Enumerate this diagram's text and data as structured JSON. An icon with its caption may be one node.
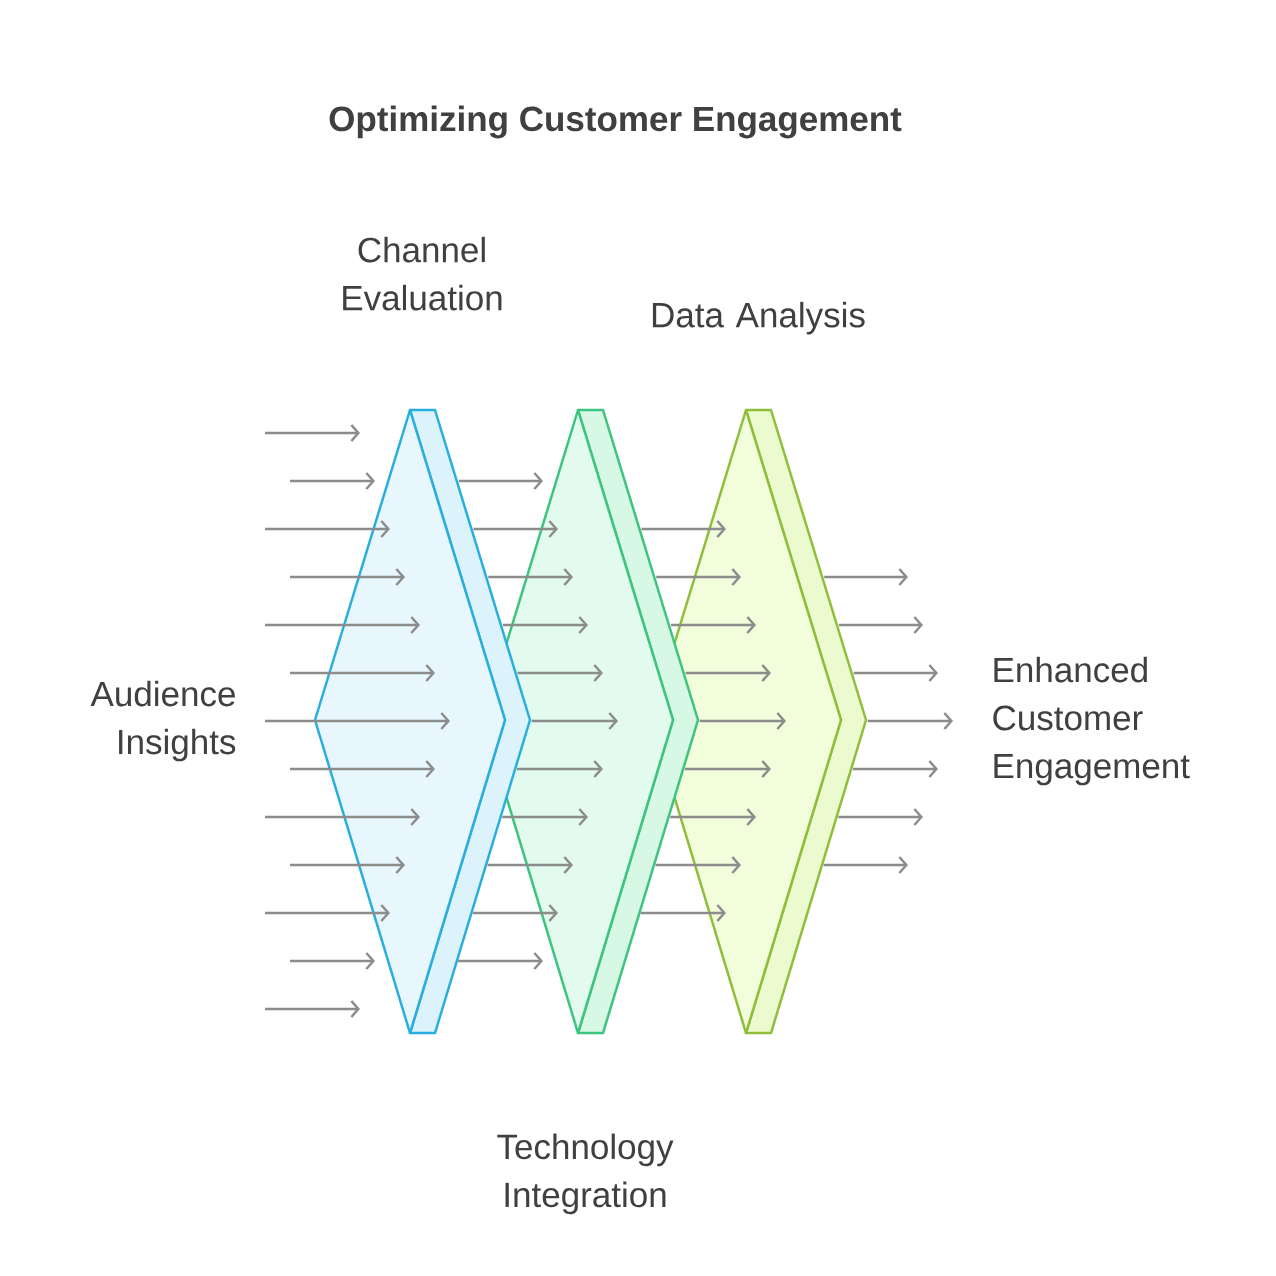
{
  "diagram": {
    "title": "Optimizing Customer Engagement",
    "nodes": [
      {
        "text": [
          "Channel Evaluation"
        ]
      },
      {
        "text": [
          "Technology Integration"
        ]
      },
      {
        "text": [
          "Data Analysis"
        ]
      }
    ],
    "edges": [
      {
        "from": null,
        "to": 0,
        "arrow": "to"
      },
      {
        "from": null,
        "to": 0,
        "arrow": "to"
      },
      {
        "from": null,
        "to": 0,
        "arrow": "to"
      },
      {
        "from": null,
        "to": 0,
        "arrow": "to"
      },
      {
        "from": null,
        "to": 0,
        "arrow": "to"
      },
      {
        "from": null,
        "to": 0,
        "arrow": "to"
      },
      {
        "from": null,
        "to": 0,
        "arrow": "to"
      },
      {
        "from": null,
        "to": 0,
        "arrow": "to"
      },
      {
        "from": null,
        "to": 0,
        "arrow": "to"
      },
      {
        "from": null,
        "to": 0,
        "arrow": "to"
      },
      {
        "from": null,
        "to": 0,
        "arrow": "to"
      },
      {
        "from": 0,
        "to": 1,
        "arrow": "to"
      },
      {
        "from": 0,
        "to": 1,
        "arrow": "to"
      },
      {
        "from": 0,
        "to": 1,
        "arrow": "to"
      },
      {
        "from": 0,
        "to": 1,
        "arrow": "to"
      },
      {
        "from": 0,
        "to": 1,
        "arrow": "to"
      },
      {
        "from": 0,
        "to": 1,
        "arrow": "to"
      },
      {
        "from": 0,
        "to": 1,
        "arrow": "to"
      },
      {
        "from": 0,
        "to": 1,
        "arrow": "to"
      },
      {
        "from": 0,
        "to": 1,
        "arrow": "to"
      },
      {
        "from": 0,
        "to": 1,
        "arrow": "to"
      },
      {
        "from": 0,
        "to": 1,
        "arrow": "to"
      },
      {
        "from": 1,
        "to": 2,
        "arrow": "to"
      },
      {
        "from": 1,
        "to": 2,
        "arrow": "to"
      },
      {
        "from": 1,
        "to": 2,
        "arrow": "to"
      },
      {
        "from": 1,
        "to": 2,
        "arrow": "to"
      },
      {
        "from": 1,
        "to": 2,
        "arrow": "to"
      },
      {
        "from": 1,
        "to": 2,
        "arrow": "to"
      },
      {
        "from": 1,
        "to": 2,
        "arrow": "to"
      },
      {
        "from": 1,
        "to": 2,
        "arrow": "to"
      },
      {
        "from": 1,
        "to": 2,
        "arrow": "to"
      },
      {
        "from": 2,
        "to": null,
        "arrow": "to"
      },
      {
        "from": 2,
        "to": null,
        "arrow": "to"
      },
      {
        "from": 2,
        "to": null,
        "arrow": "to"
      },
      {
        "from": 2,
        "to": null,
        "arrow": "to"
      },
      {
        "from": 2,
        "to": null,
        "arrow": "to"
      },
      {
        "from": 2,
        "to": null,
        "arrow": "to"
      },
      {
        "from": 2,
        "to": null,
        "arrow": "to"
      }
    ],
    "labels": [
      "Audience Insights",
      "Enhanced Customer Engagement"
    ]
  }
}
